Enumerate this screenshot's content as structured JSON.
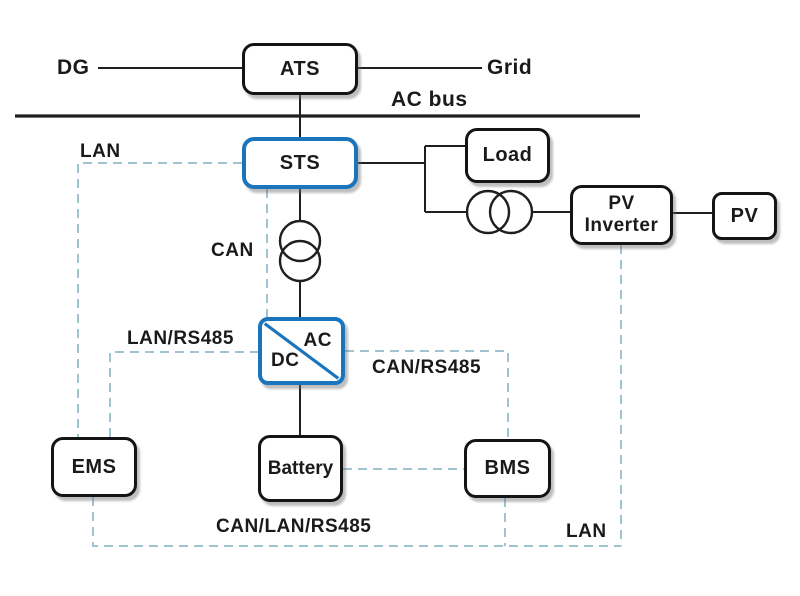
{
  "diagram": {
    "nodes": {
      "ats": {
        "label": "ATS"
      },
      "sts": {
        "label": "STS"
      },
      "load": {
        "label": "Load"
      },
      "pv_inverter": {
        "label": "PV Inverter"
      },
      "pv": {
        "label": "PV"
      },
      "converter": {
        "ac_label": "AC",
        "dc_label": "DC"
      },
      "ems": {
        "label": "EMS"
      },
      "battery": {
        "label": "Battery"
      },
      "bms": {
        "label": "BMS"
      }
    },
    "terminals": {
      "dg": "DG",
      "grid": "Grid",
      "ac_bus": "AC bus"
    },
    "comm_labels": {
      "lan_top": "LAN",
      "can": "CAN",
      "lan_rs485": "LAN/RS485",
      "can_rs485": "CAN/RS485",
      "can_lan_rs485": "CAN/LAN/RS485",
      "lan_bottom": "LAN"
    }
  },
  "colors": {
    "accent-blue": "#1b75bc",
    "comm-line": "#a0c3d2",
    "wire-black": "#1f1f1f",
    "text": "#1a1a1a"
  }
}
